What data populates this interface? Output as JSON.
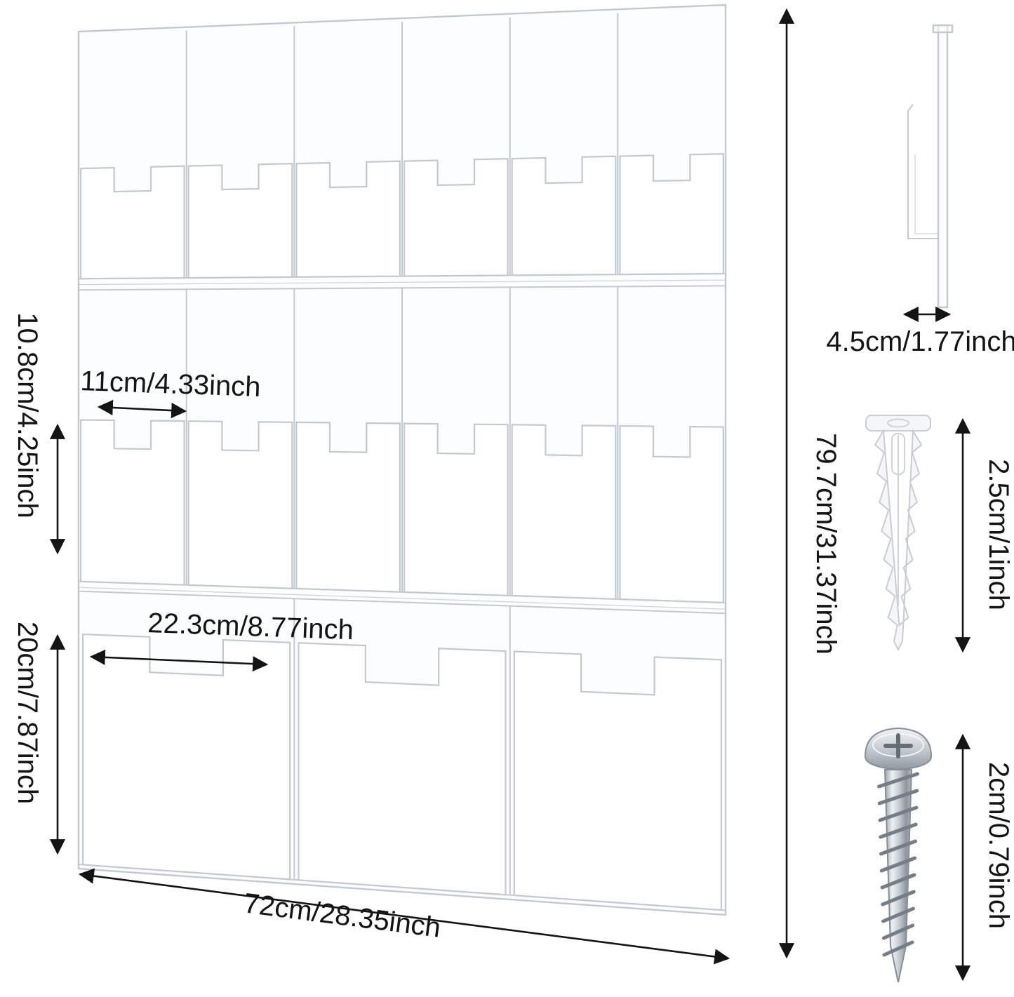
{
  "product": {
    "name": "acrylic-wall-mount-brochure-holder-dimension-diagram",
    "rack": {
      "rows": [
        {
          "pockets": 6
        },
        {
          "pockets": 6
        },
        {
          "pockets": 3
        }
      ]
    },
    "hardware": [
      "side-profile",
      "drywall-anchor",
      "mounting-screw"
    ]
  },
  "dimensions": {
    "pocket_width_small": "11cm/4.33inch",
    "pocket_height_small": "10.8cm/4.25inch",
    "pocket_width_large": "22.3cm/8.77inch",
    "pocket_height_large": "20cm/7.87inch",
    "overall_width": "72cm/28.35inch",
    "overall_height": "79.7cm/31.37inch",
    "side_depth": "4.5cm/1.77inch",
    "anchor_length": "2.5cm/1inch",
    "screw_length": "2cm/0.79inch"
  },
  "colors": {
    "acrylic_outline": "#c3c9cf",
    "dimension_ink": "#141414",
    "anchor_fill": "#f5f6f8",
    "screw_metal": "#b9bfc6"
  }
}
